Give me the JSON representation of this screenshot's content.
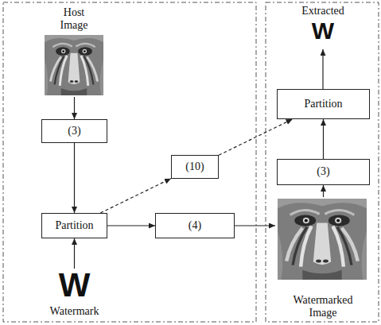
{
  "diagram": {
    "nodes": [
      {
        "text": [
          "Host Image"
        ]
      },
      {
        "text": [
          "(3)"
        ]
      },
      {
        "text": [
          "Partition"
        ]
      },
      {
        "text": [
          "W",
          "Watermark"
        ]
      },
      {
        "text": [
          "(10)"
        ]
      },
      {
        "text": [
          "(4)"
        ]
      },
      {
        "text": [
          "Extracted",
          "W"
        ]
      },
      {
        "text": [
          "Partition"
        ]
      },
      {
        "text": [
          "(3)"
        ]
      },
      {
        "text": [
          "Watermarked Image"
        ]
      }
    ],
    "edges": [
      {
        "from": 0,
        "to": 1,
        "arrow": "to"
      },
      {
        "from": 1,
        "to": 2,
        "arrow": "to"
      },
      {
        "from": 3,
        "to": 2,
        "arrow": "to"
      },
      {
        "from": 2,
        "to": 4,
        "arrow": "to"
      },
      {
        "from": 4,
        "to": 7,
        "arrow": "to"
      },
      {
        "from": 2,
        "to": 5,
        "arrow": "to"
      },
      {
        "from": 5,
        "to": 9,
        "arrow": "to"
      },
      {
        "from": 9,
        "to": 8,
        "arrow": "to"
      },
      {
        "from": 8,
        "to": 7,
        "arrow": "to"
      },
      {
        "from": 7,
        "to": 6,
        "arrow": "to"
      }
    ]
  }
}
